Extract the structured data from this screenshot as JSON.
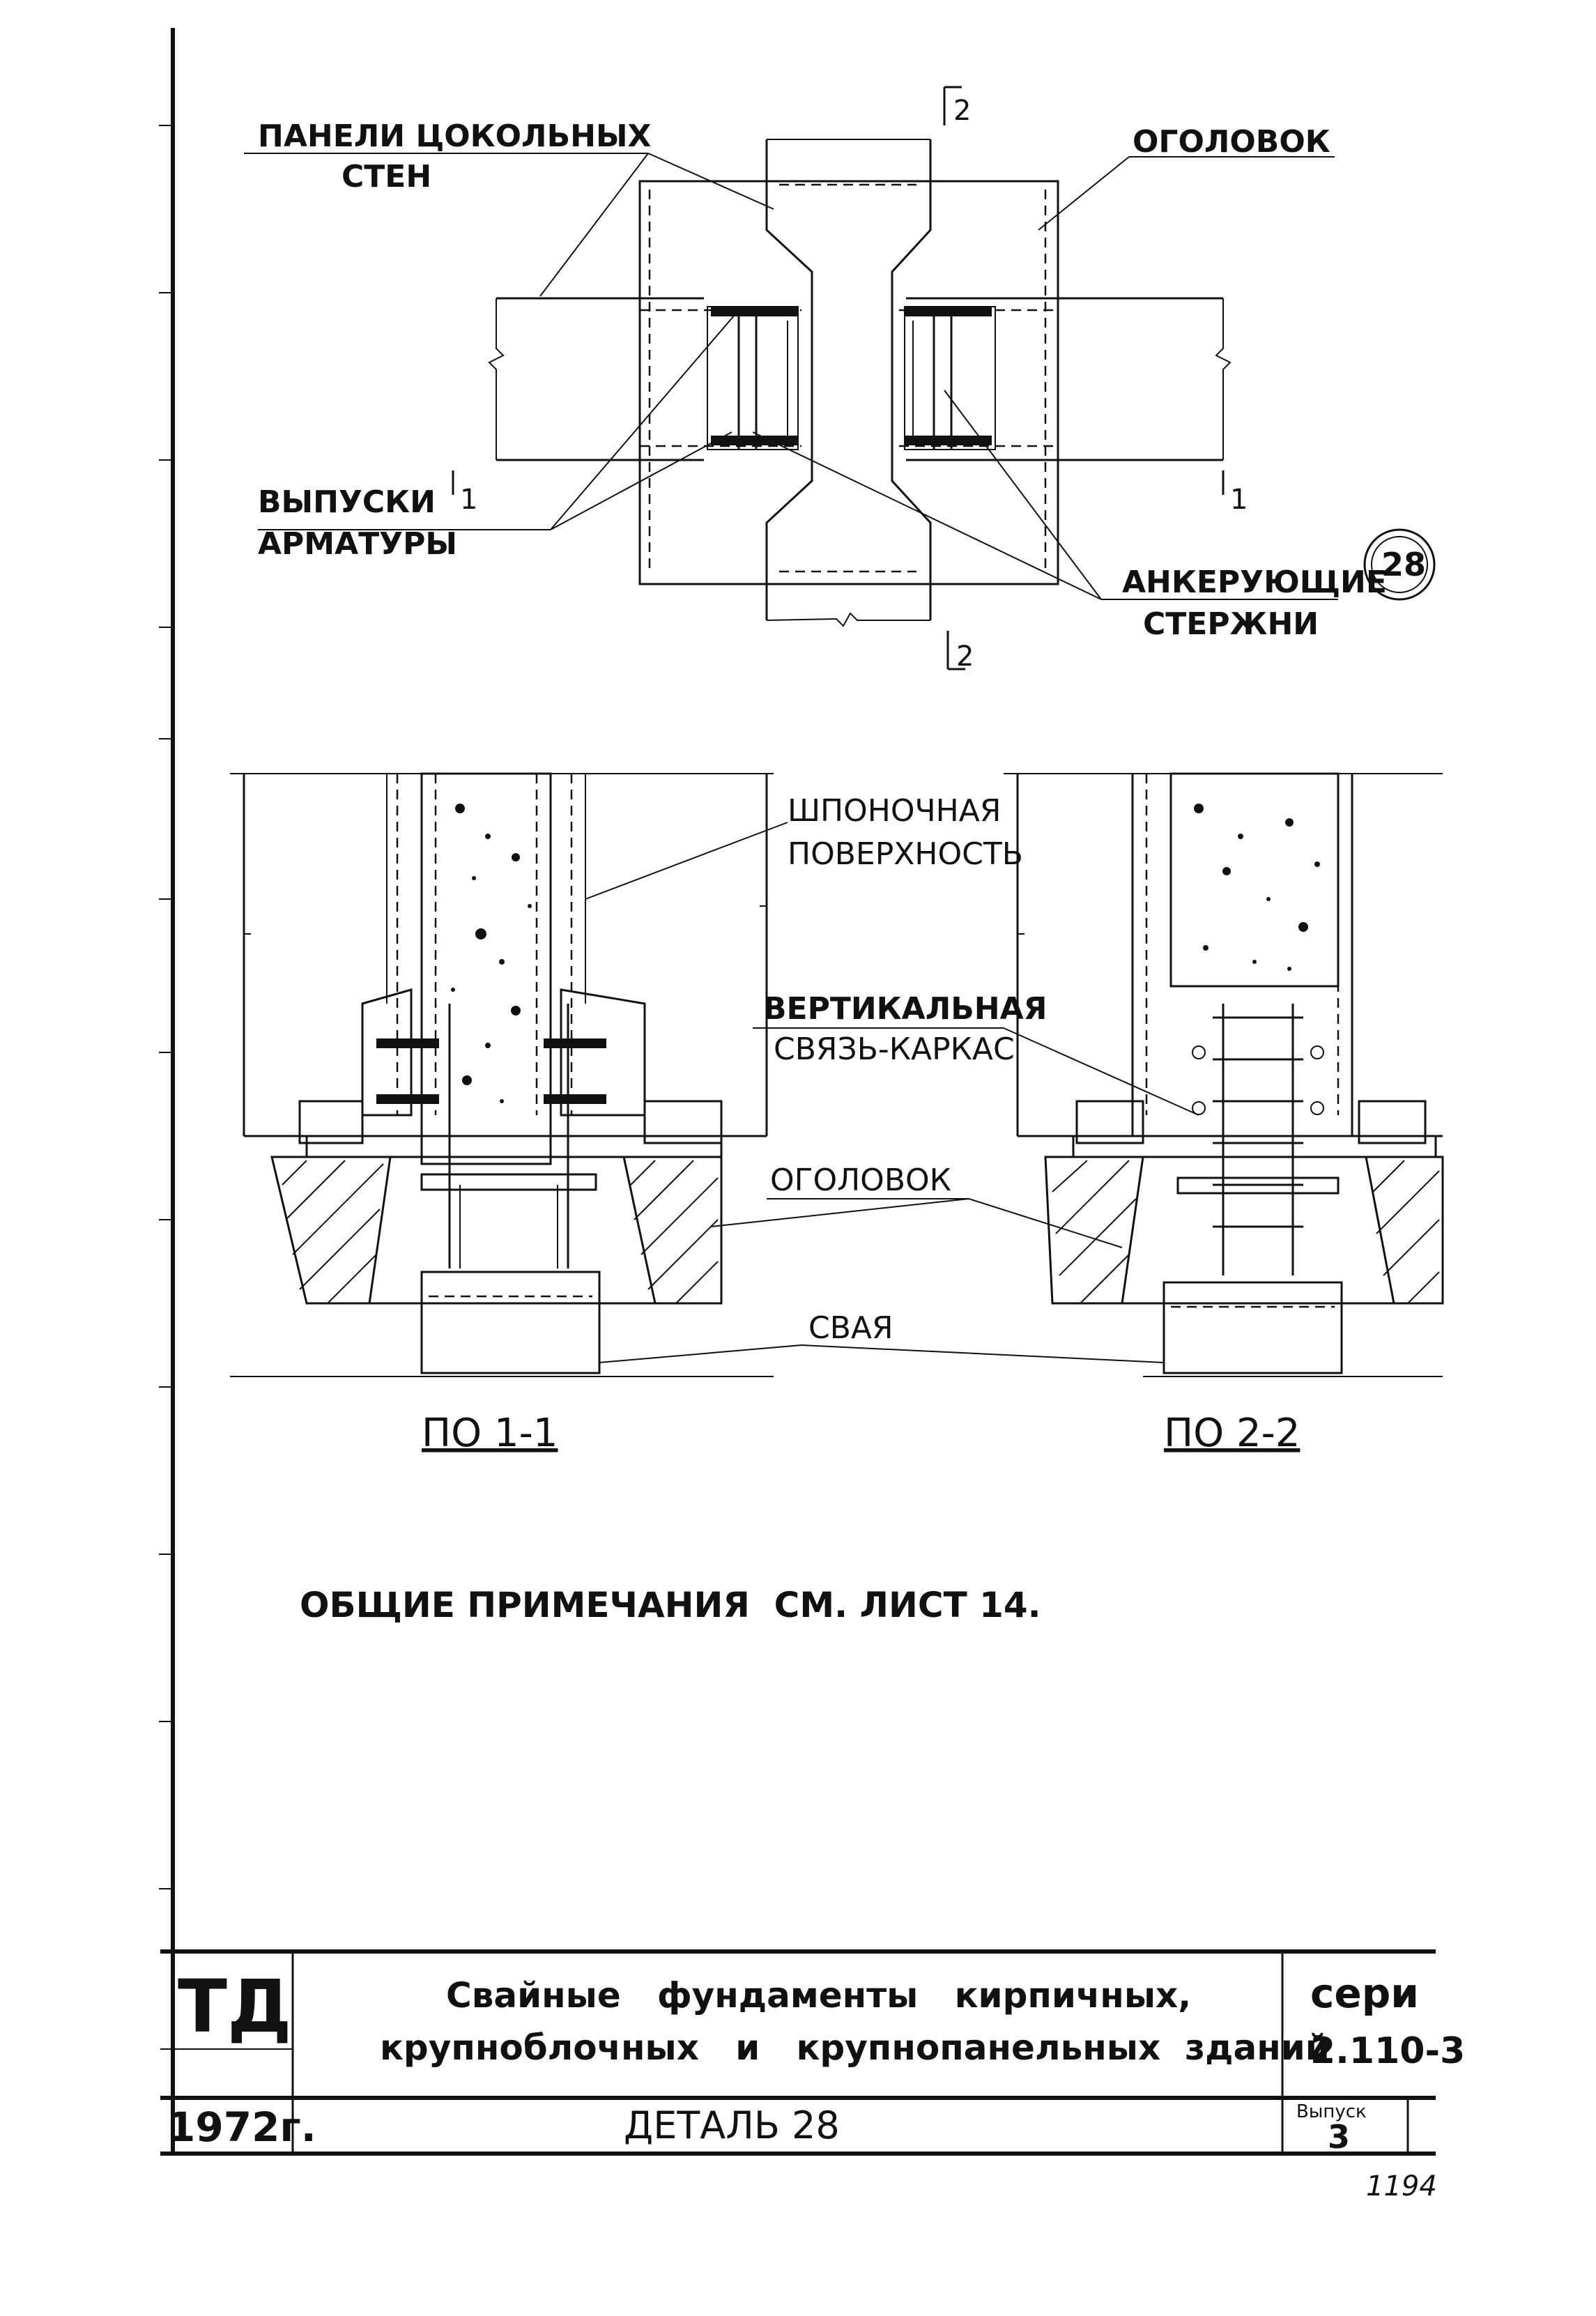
{
  "plan": {
    "label_panels_line1": "ПАНЕЛИ ЦОКОЛЬНЫХ",
    "label_panels_line2": "СТЕН",
    "label_cap": "ОГОЛОВОК",
    "label_rebar_line1": "ВЫПУСКИ",
    "label_rebar_line2": "АРМАТУРЫ",
    "label_anchor_line1": "АНКЕРУЮЩИЕ",
    "label_anchor_line2": "СТЕРЖНИ",
    "cut_mark_1": "1",
    "cut_mark_2": "2",
    "detail_number": "28"
  },
  "sections": {
    "label_key_line1": "ШПОНОЧНАЯ",
    "label_key_line2": "ПОВЕРХНОСТЬ",
    "label_vertical_line1": "ВЕРТИКАЛЬНАЯ",
    "label_vertical_line2": "СВЯЗЬ-КАРКАС",
    "label_cap": "ОГОЛОВОК",
    "label_pile": "СВАЯ",
    "caption_left": "ПО 1-1",
    "caption_right": "ПО 2-2"
  },
  "notes": "ОБЩИЕ ПРИМЕЧАНИЯ  СМ. ЛИСТ 14.",
  "title_block": {
    "td": "ТД",
    "year": "1972г.",
    "title_line1": "Свайные   фундаменты   кирпичных,",
    "title_line2": "крупноблочных   и   крупнопанельных  зданий",
    "detail": "ДЕТАЛЬ 28",
    "series_label": "сери",
    "series_number": "2.110-3",
    "issue_label": "Выпуск",
    "issue_number": "3"
  },
  "page_number": "1194"
}
